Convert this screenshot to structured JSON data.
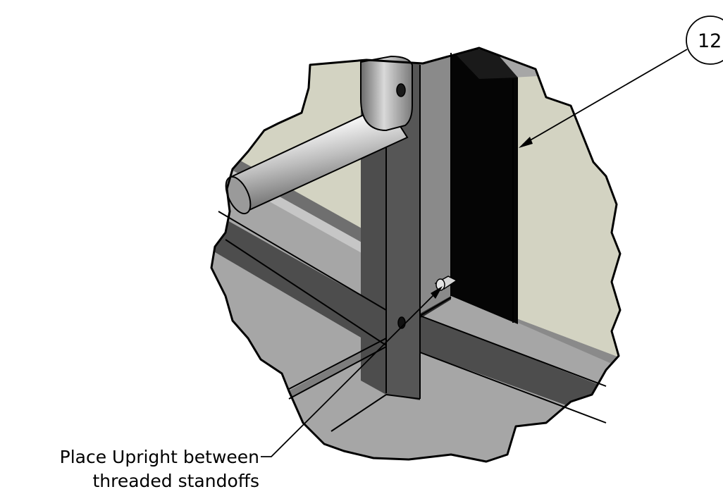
{
  "balloon": {
    "label": "12"
  },
  "callout": {
    "line1": "Place Upright between",
    "line2": "threaded standoffs"
  },
  "colors": {
    "background": "#ffffff",
    "outline": "#000000",
    "wall_panel": "#d3d3c2",
    "light_metal": "#a6a6a6",
    "mid_metal": "#8a8a8a",
    "dark_metal": "#4d4d4d",
    "gap": "#000000"
  }
}
